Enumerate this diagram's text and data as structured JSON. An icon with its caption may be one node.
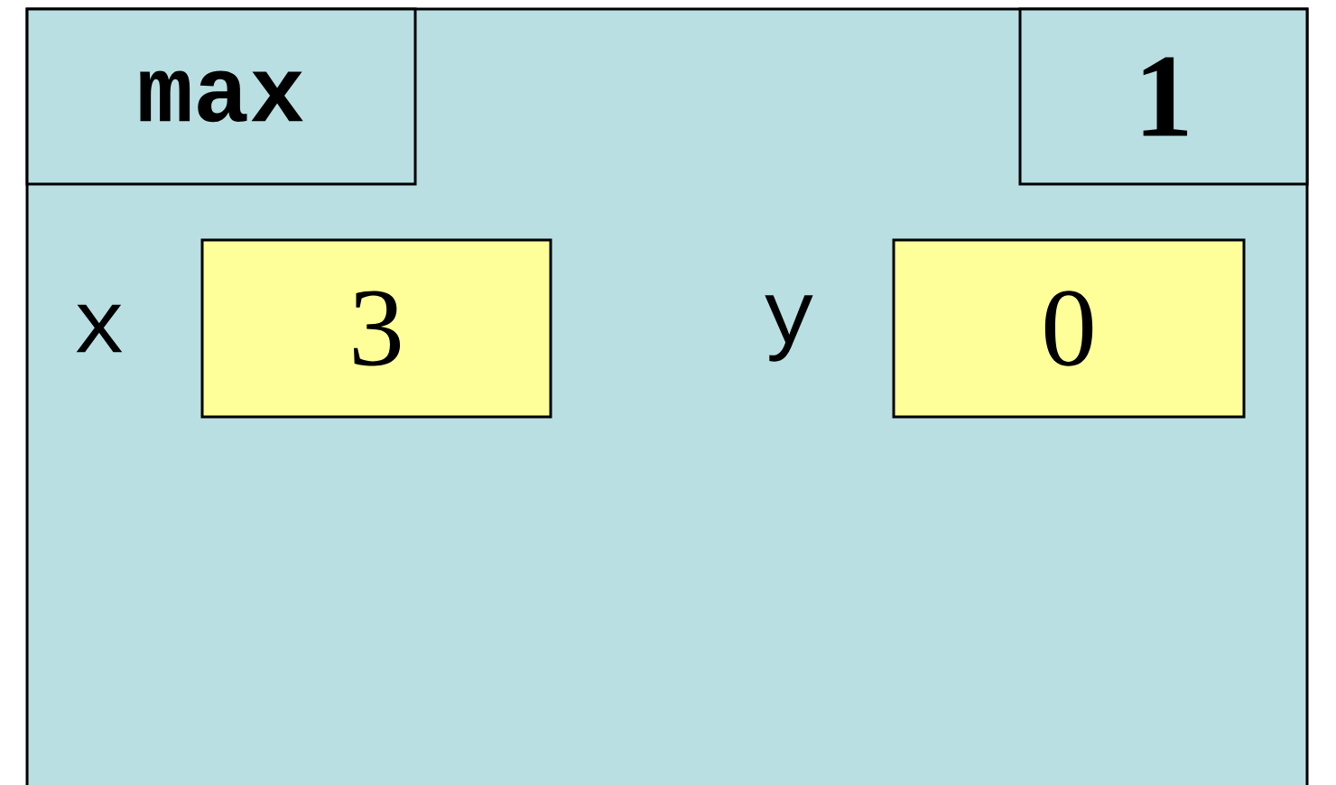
{
  "diagram": {
    "nodes": [
      {
        "text": [],
        "shape": "box"
      },
      {
        "text": [
          "max"
        ],
        "in": 0
      },
      {
        "text": [
          "1"
        ],
        "in": 0
      },
      {
        "text": [
          "3"
        ],
        "in": 0,
        "beside": [
          "x"
        ]
      },
      {
        "text": [
          "0"
        ],
        "in": 0,
        "beside": [
          "y"
        ]
      }
    ]
  }
}
